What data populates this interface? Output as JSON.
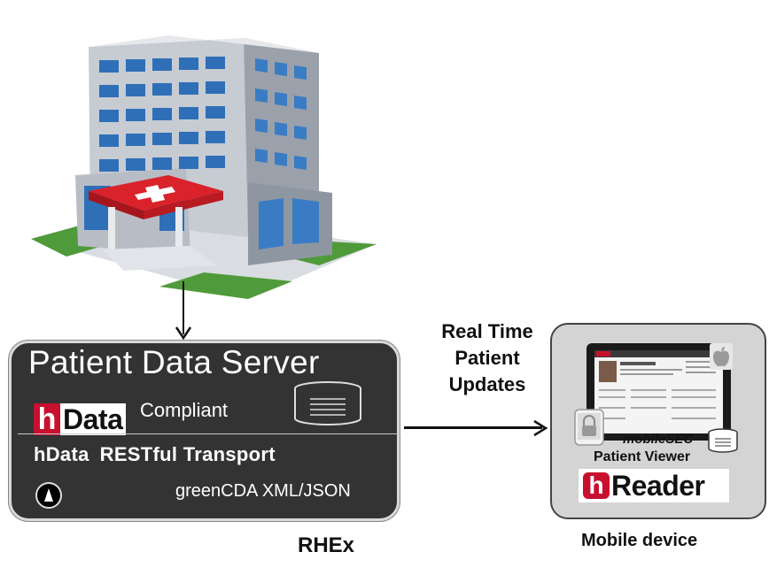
{
  "server": {
    "title": "Patient Data Server",
    "logo_h": "h",
    "logo_rest": "Data",
    "compliant": "Compliant",
    "transport_a": "hData",
    "transport_b": "RESTful Transport",
    "format": "greenCDA XML/JSON"
  },
  "connection": {
    "line1": "Real Time",
    "line2": "Patient",
    "line3": "Updates"
  },
  "mobile": {
    "mobilesec": "mobileSEC",
    "viewer": "Patient Viewer",
    "logo_h": "h",
    "logo_rest": "Reader",
    "label": "Mobile device"
  },
  "rhex_label": "RHEx",
  "colors": {
    "server_bg": "#333333",
    "brand_red": "#c8102e",
    "building_blue": "#2f6fb8",
    "mobile_bg": "#d4d4d4"
  }
}
